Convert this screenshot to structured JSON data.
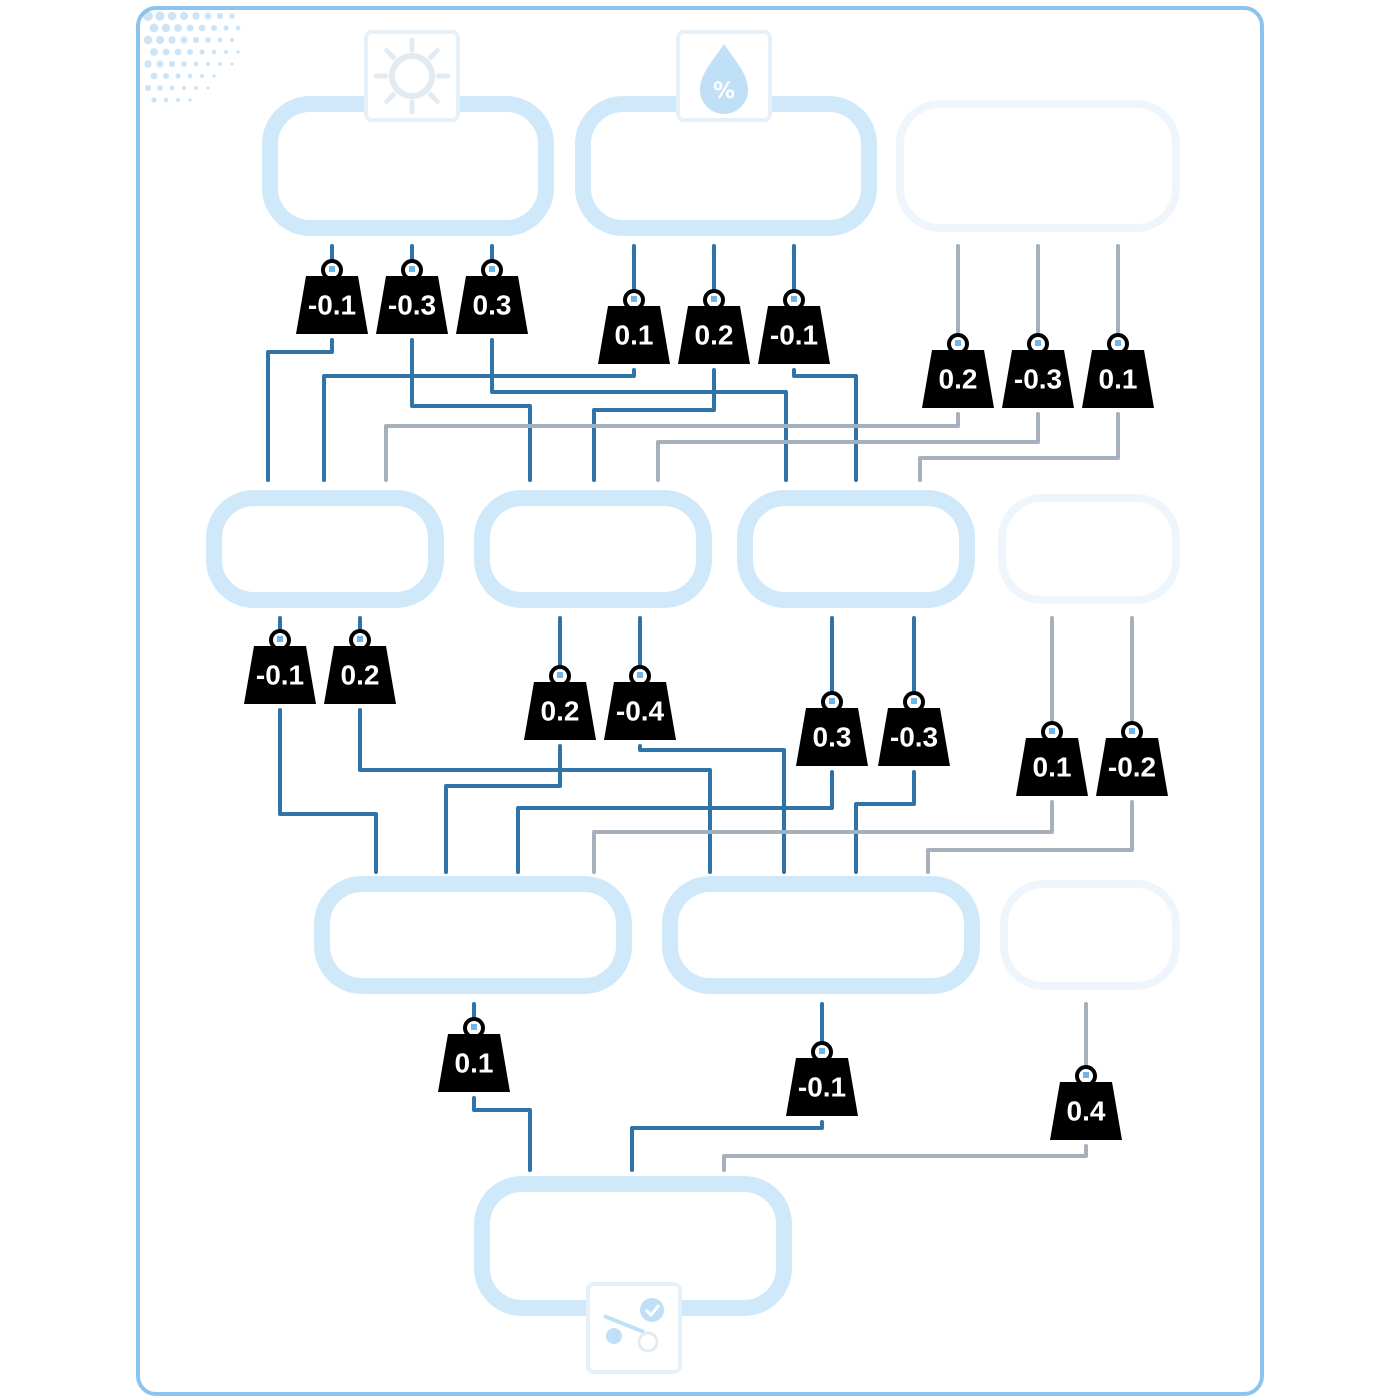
{
  "diagram": {
    "inputs": [
      {
        "icon": "sun-icon",
        "active": true
      },
      {
        "icon": "humidity-drop-icon",
        "active": true
      },
      {
        "icon": "",
        "active": false
      }
    ],
    "layer1_weights": [
      {
        "value": "-0.1",
        "from": 0,
        "to": 0
      },
      {
        "value": "-0.3",
        "from": 0,
        "to": 1
      },
      {
        "value": "0.3",
        "from": 0,
        "to": 2
      },
      {
        "value": "0.1",
        "from": 1,
        "to": 0
      },
      {
        "value": "0.2",
        "from": 1,
        "to": 1
      },
      {
        "value": "-0.1",
        "from": 1,
        "to": 2
      },
      {
        "value": "0.2",
        "from": 2,
        "to": 0
      },
      {
        "value": "-0.3",
        "from": 2,
        "to": 1
      },
      {
        "value": "0.1",
        "from": 2,
        "to": 2
      }
    ],
    "hidden1": [
      {
        "active": true
      },
      {
        "active": true
      },
      {
        "active": true
      },
      {
        "active": false
      }
    ],
    "layer2_weights": [
      {
        "value": "-0.1",
        "from": 0,
        "to": 0
      },
      {
        "value": "0.2",
        "from": 0,
        "to": 1
      },
      {
        "value": "0.2",
        "from": 1,
        "to": 0
      },
      {
        "value": "-0.4",
        "from": 1,
        "to": 1
      },
      {
        "value": "0.3",
        "from": 2,
        "to": 0
      },
      {
        "value": "-0.3",
        "from": 2,
        "to": 1
      },
      {
        "value": "0.1",
        "from": 3,
        "to": 0
      },
      {
        "value": "-0.2",
        "from": 3,
        "to": 1
      }
    ],
    "hidden2": [
      {
        "active": true
      },
      {
        "active": true
      },
      {
        "active": false
      }
    ],
    "layer3_weights": [
      {
        "value": "0.1",
        "from": 0,
        "to": 0
      },
      {
        "value": "-0.1",
        "from": 1,
        "to": 0
      },
      {
        "value": "0.4",
        "from": 2,
        "to": 0
      }
    ],
    "output": {
      "icon": "golf-swing-check-icon",
      "active": true
    },
    "colors": {
      "frame": "#8cc4ee",
      "active_node": "#cfe9fb",
      "inactive_node": "#eef5fc",
      "active_wire": "#2f74a8",
      "inactive_wire": "#a6b0bd",
      "weight": "#000000"
    }
  }
}
